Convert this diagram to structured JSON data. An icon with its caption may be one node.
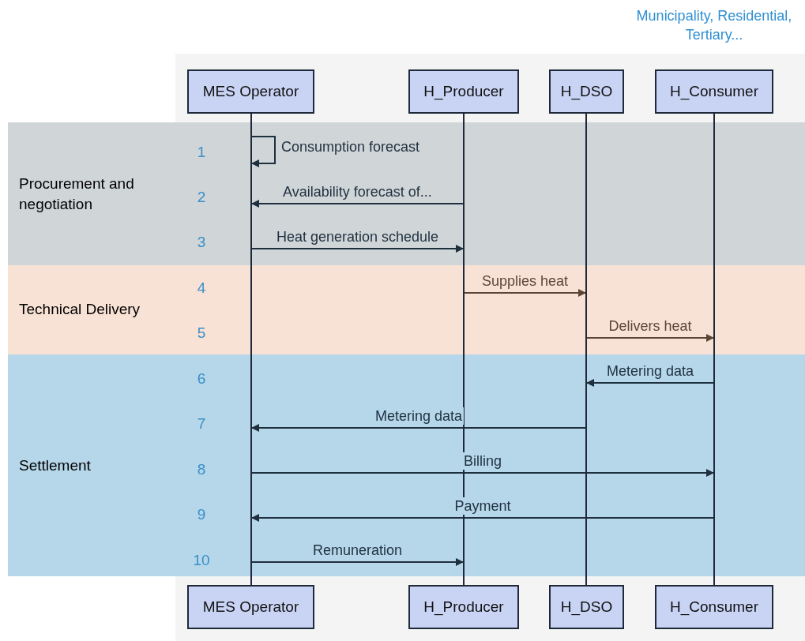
{
  "diagram": {
    "nodes": [
      {
        "text": [
          "MES Operator"
        ]
      },
      {
        "text": [
          "H_Producer"
        ]
      },
      {
        "text": [
          "H_DSO"
        ]
      },
      {
        "text": [
          "H_Consumer"
        ],
        "beside": [
          "Municipality, Residential, Tertiary..."
        ]
      },
      {
        "text": [],
        "shape": "bar"
      },
      {
        "text": [],
        "shape": "bar"
      },
      {
        "text": [],
        "shape": "bar"
      },
      {
        "text": [],
        "shape": "bar"
      },
      {
        "text": [
          "MES Operator"
        ]
      },
      {
        "text": [
          "H_Producer"
        ]
      },
      {
        "text": [
          "H_DSO"
        ]
      },
      {
        "text": [
          "H_Consumer"
        ]
      }
    ],
    "edges": [
      {
        "from": 4,
        "to": 4,
        "arrow": "to",
        "label": "Consumption forecast"
      },
      {
        "from": 5,
        "to": 4,
        "arrow": "to",
        "label": "Availability forecast of..."
      },
      {
        "from": 4,
        "to": 5,
        "arrow": "to",
        "label": "Heat generation schedule"
      },
      {
        "from": 5,
        "to": 6,
        "arrow": "to",
        "label": "Supplies heat",
        "color": "#5b4636"
      },
      {
        "from": 6,
        "to": 7,
        "arrow": "to",
        "label": "Delivers heat",
        "color": "#5b4636"
      },
      {
        "from": 7,
        "to": 6,
        "arrow": "to",
        "label": "Metering data"
      },
      {
        "from": 6,
        "to": 4,
        "arrow": "to",
        "label": "Metering data"
      },
      {
        "from": 4,
        "to": 7,
        "arrow": "to",
        "label": "Billing"
      },
      {
        "from": 7,
        "to": 4,
        "arrow": "to",
        "label": "Payment"
      },
      {
        "from": 4,
        "to": 5,
        "arrow": "to",
        "label": "Remuneration"
      }
    ],
    "labels": [
      "1",
      "Procurement and negotiation",
      "2",
      "3",
      "4",
      "Technical Delivery",
      "5",
      "6",
      "7",
      "Settlement",
      "8",
      "9",
      "10"
    ]
  }
}
